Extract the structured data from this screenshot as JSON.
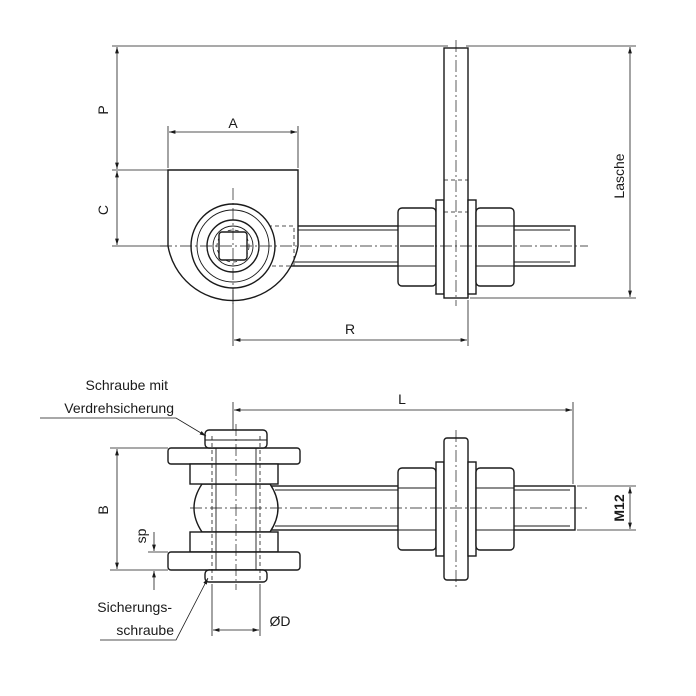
{
  "dimensions": {
    "A": "A",
    "C": "C",
    "P": "P",
    "R": "R",
    "Lasche": "Lasche",
    "L": "L",
    "B": "B",
    "sp": "sp",
    "D": "ØD",
    "thread": "M12"
  },
  "callouts": {
    "screw_line1": "Schraube mit",
    "screw_line2": "Verdrehsicherung",
    "lock_line1": "Sicherungs-",
    "lock_line2": "schraube"
  },
  "colors": {
    "line": "#1a1a1a",
    "background": "#ffffff"
  }
}
